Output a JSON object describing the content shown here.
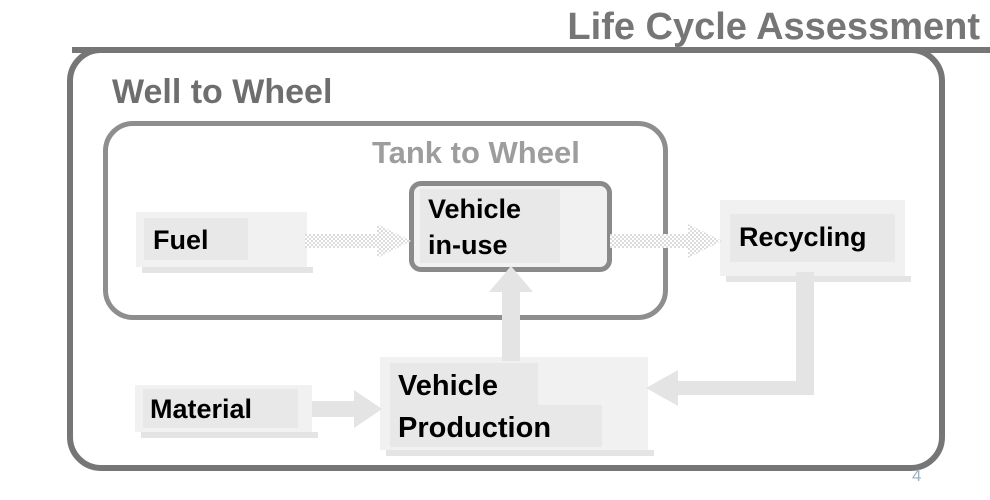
{
  "slide": {
    "title": "Life Cycle Assessment",
    "number": "4",
    "title_color": "#767676",
    "background": "#ffffff"
  },
  "boundaries": [
    {
      "name": "well-to-wheel",
      "label": "Well to Wheel",
      "color": "#6e6e6e",
      "border_color": "#767676"
    },
    {
      "name": "tank-to-wheel",
      "label": "Tank to Wheel",
      "color": "#9d9d9d",
      "border_color": "#8e8e8e"
    }
  ],
  "nodes": [
    {
      "name": "fuel",
      "label": "Fuel",
      "fill": "#f1f1f1",
      "text_color": "#000000"
    },
    {
      "name": "vehicle-in-use",
      "label": "Vehicle\nin-use",
      "fill": "#f1f1f1",
      "text_color": "#000000"
    },
    {
      "name": "recycling",
      "label": "Recycling",
      "fill": "#f1f1f1",
      "text_color": "#000000"
    },
    {
      "name": "material",
      "label": "Material",
      "fill": "#f1f1f1",
      "text_color": "#000000"
    },
    {
      "name": "vehicle-production",
      "label": "Vehicle\nProduction",
      "fill": "#f1f1f1",
      "text_color": "#000000"
    }
  ],
  "arrows": [
    {
      "name": "fuel-to-vehicle-in-use",
      "from": "fuel",
      "to": "vehicle-in-use",
      "style": "dotted",
      "color": "#e6e6e6",
      "direction": "right"
    },
    {
      "name": "vehicle-in-use-to-recycling",
      "from": "vehicle-in-use",
      "to": "recycling",
      "style": "dotted",
      "color": "#e6e6e6",
      "direction": "right"
    },
    {
      "name": "material-to-vehicle-production",
      "from": "material",
      "to": "vehicle-production",
      "style": "solid",
      "color": "#e4e4e4",
      "direction": "right"
    },
    {
      "name": "vehicle-production-to-vehicle-in-use",
      "from": "vehicle-production",
      "to": "vehicle-in-use",
      "style": "solid",
      "color": "#e4e4e4",
      "direction": "up"
    },
    {
      "name": "recycling-to-vehicle-production",
      "from": "recycling",
      "to": "vehicle-production",
      "style": "solid",
      "color": "#e4e4e4",
      "direction": "elbow-down-left"
    }
  ]
}
